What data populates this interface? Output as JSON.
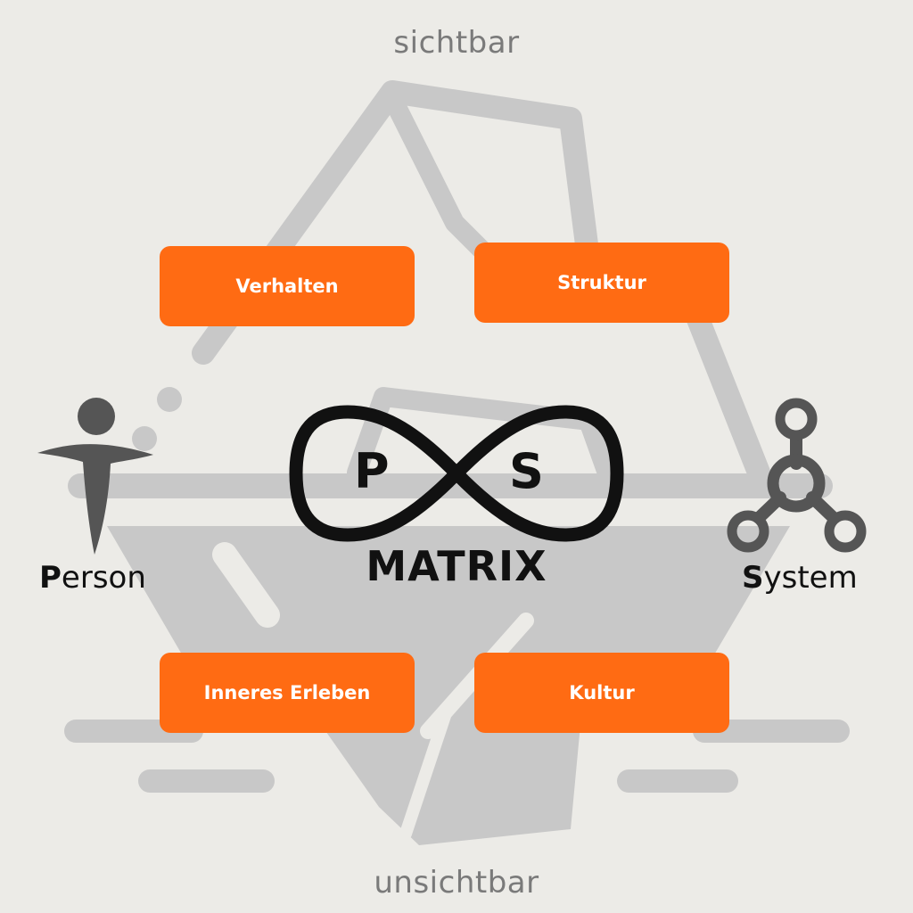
{
  "colors": {
    "background": "#ecebe7",
    "outline_gray": "#c8c8c8",
    "label_gray": "#7a7a7a",
    "accent_orange": "#ff6b13",
    "icon_dark": "#555555",
    "logo_black": "#111111"
  },
  "labels": {
    "top": "sichtbar",
    "bottom": "unsichtbar"
  },
  "boxes": [
    {
      "label": "Verhalten"
    },
    {
      "label": "Struktur"
    },
    {
      "label": "Inneres Erleben"
    },
    {
      "label": "Kultur"
    }
  ],
  "person": {
    "initial": "P",
    "rest": "erson",
    "icon": "person-juggling-icon"
  },
  "system": {
    "initial": "S",
    "rest": "ystem",
    "icon": "network-node-icon"
  },
  "logo": {
    "letter_left": "P",
    "letter_right": "S",
    "word": "MATRIX",
    "icon": "infinity-icon"
  }
}
